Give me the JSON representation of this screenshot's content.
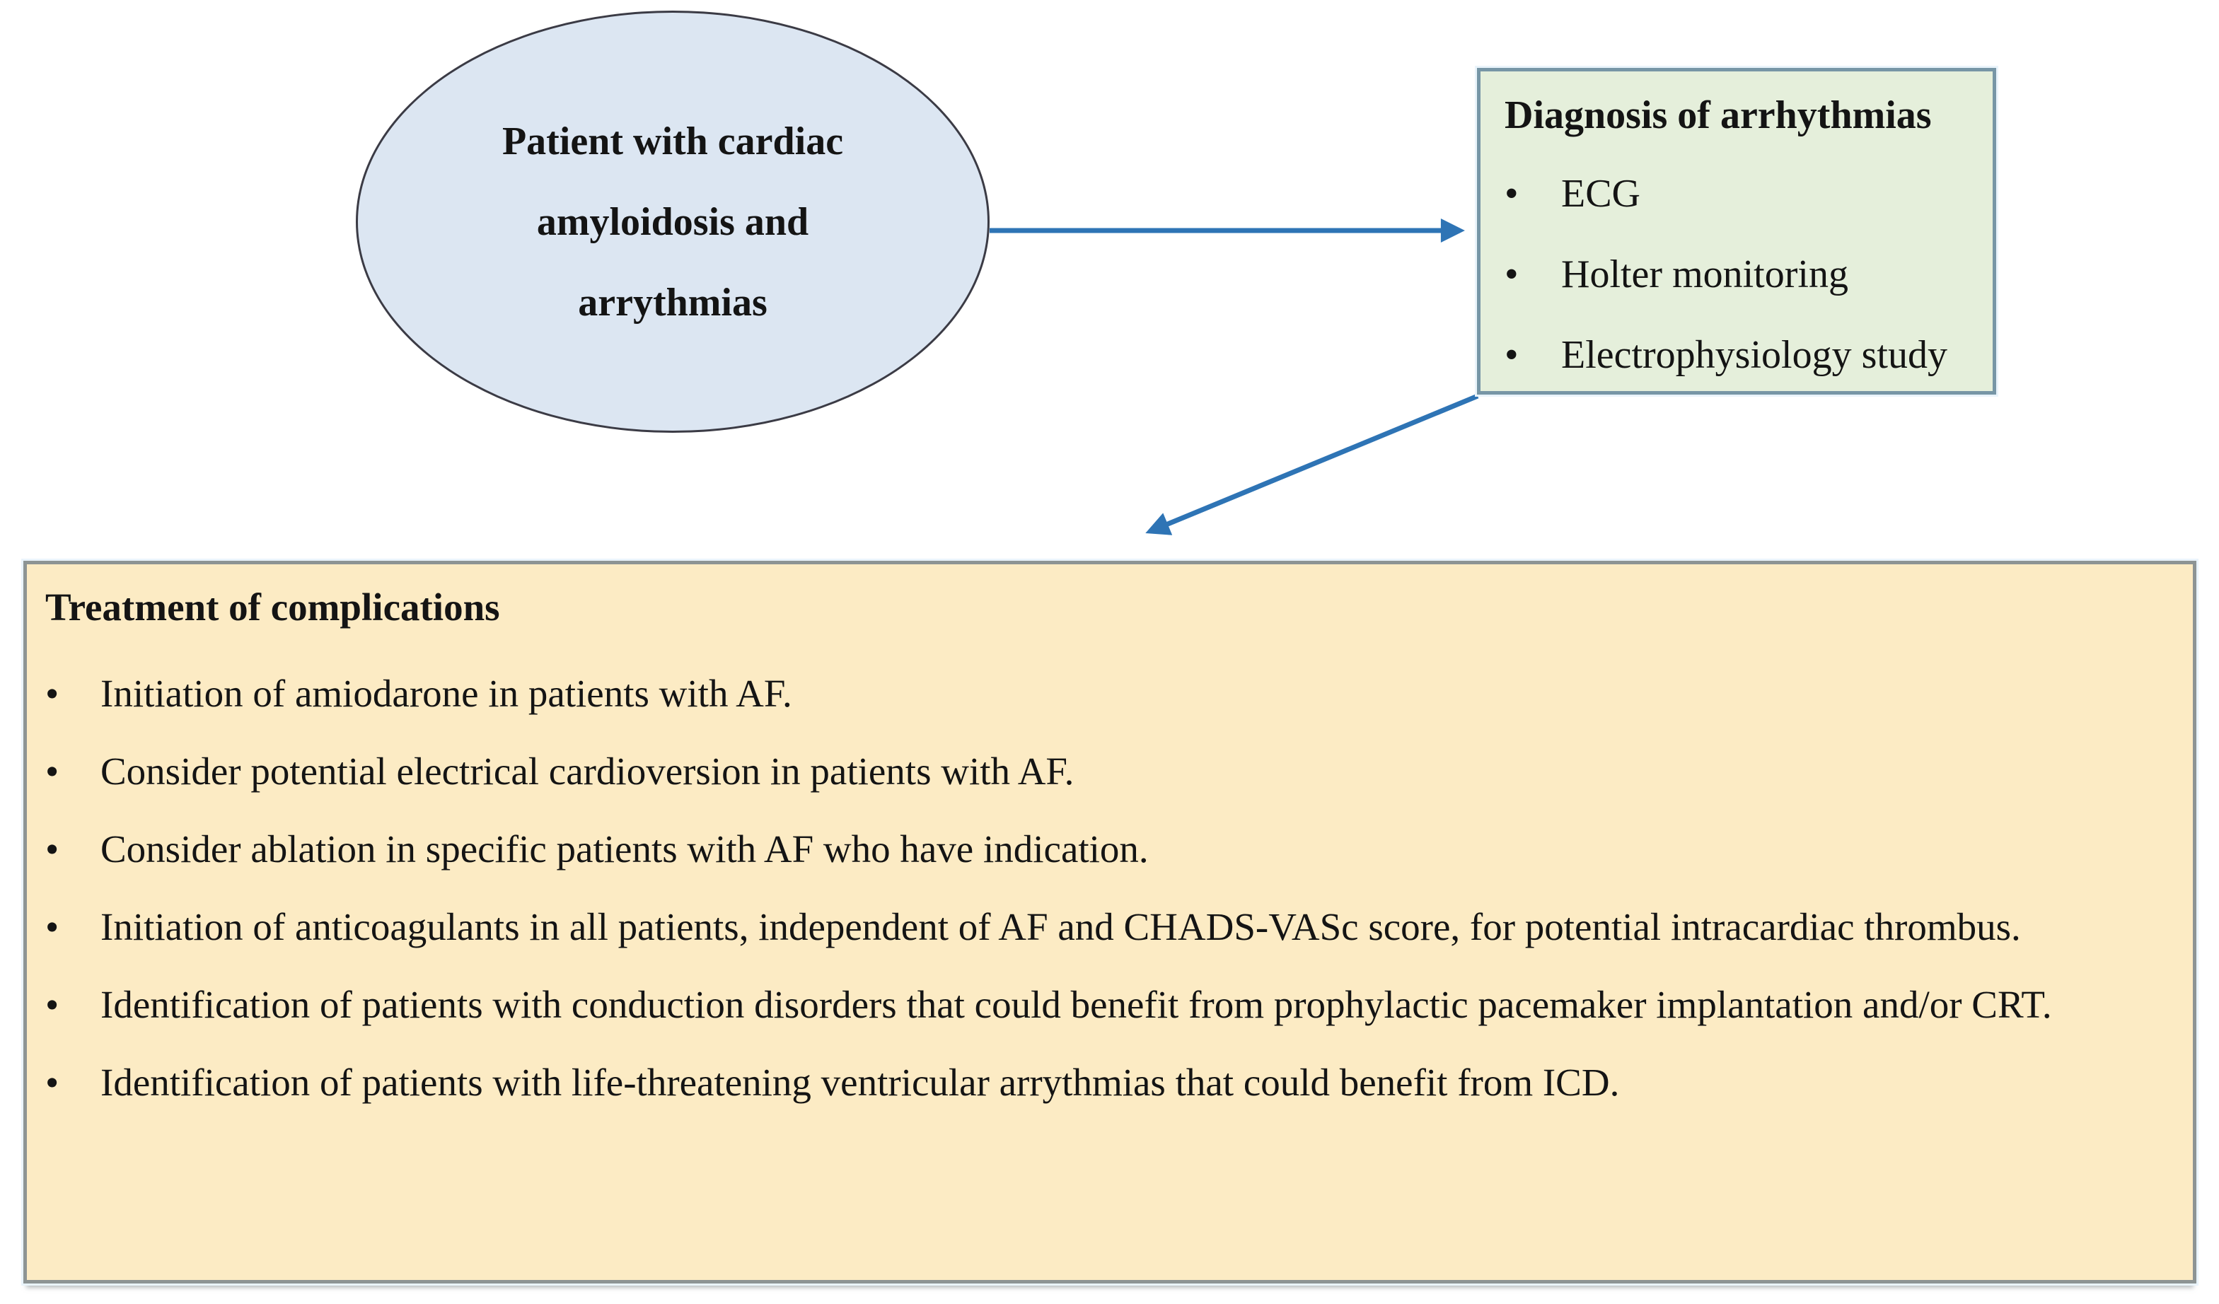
{
  "ellipse": {
    "text_lines": [
      "Patient with cardiac",
      "amyloidosis and",
      "arrythmias"
    ]
  },
  "diagnosis_box": {
    "title": "Diagnosis of arrhythmias",
    "bullet_glyph": "•",
    "items": [
      "ECG",
      "Holter monitoring",
      "Electrophysiology study"
    ]
  },
  "treatment_box": {
    "title": "Treatment of complications",
    "bullet_glyph": "•",
    "items": [
      "Initiation of amiodarone in patients with AF.",
      "Consider potential electrical cardioversion in patients with AF.",
      "Consider ablation in specific patients with AF who have indication.",
      "Initiation of anticoagulants in all patients, independent of AF and CHADS-VASc score, for potential intracardiac thrombus.",
      "Identification of patients with conduction disorders that could benefit from prophylactic pacemaker implantation and/or CRT.",
      "Identification of patients with life-threatening ventricular arrythmias that could benefit from ICD."
    ]
  },
  "colors": {
    "arrow": "#2e74b5",
    "ellipse_fill": "#dce6f2",
    "ellipse_border": "#3b3b45",
    "diagnosis_fill": "#e5efdb",
    "diagnosis_border": "#7796a6",
    "treatment_fill": "#fcebc4",
    "treatment_border": "#8d9494",
    "text": "#141414"
  }
}
